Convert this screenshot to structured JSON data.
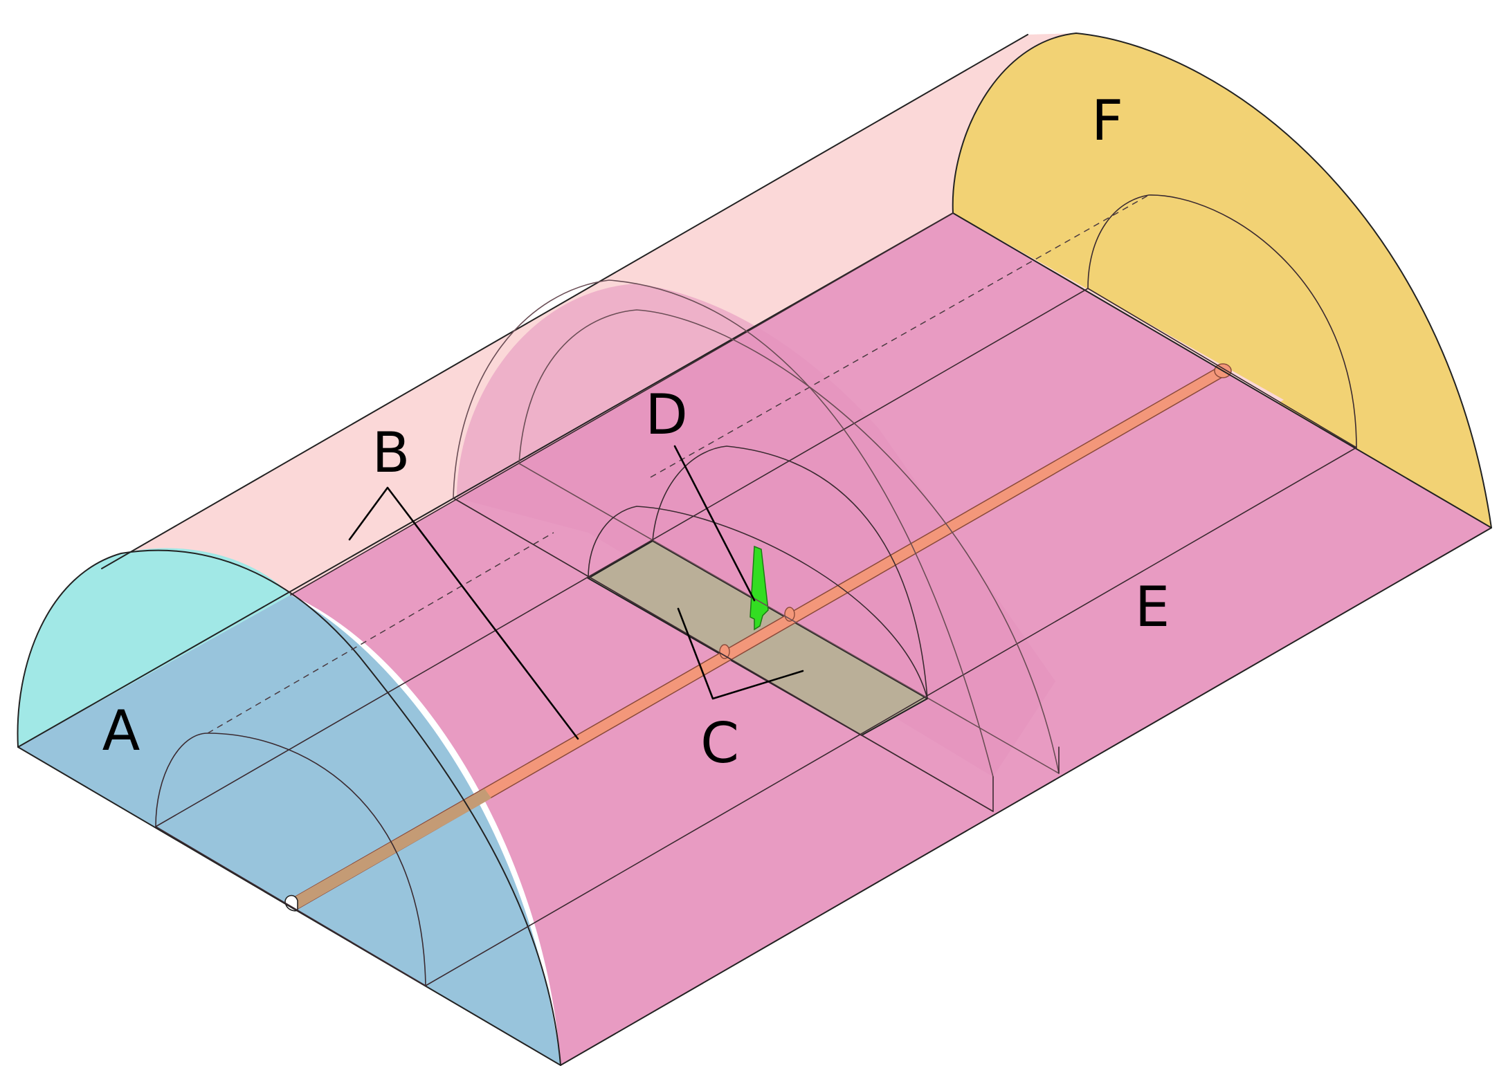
{
  "labels": {
    "a": "A",
    "b": "B",
    "c": "C",
    "d": "D",
    "e": "E",
    "f": "F"
  },
  "colors": {
    "end_face_a": "#a1e8e6",
    "end_face_a_shaded": "#98c4dc",
    "outer_domain_top": "#fbd8d8",
    "inner_domain_pink": "#e89bc2",
    "end_face_f": "#f2d274",
    "bed_patch_c": "#baaf98",
    "pipeline": "#f3977a",
    "pipeline_shaded": "#c49b75",
    "vegetation_d": "#33dd22",
    "outline": "#222222"
  }
}
